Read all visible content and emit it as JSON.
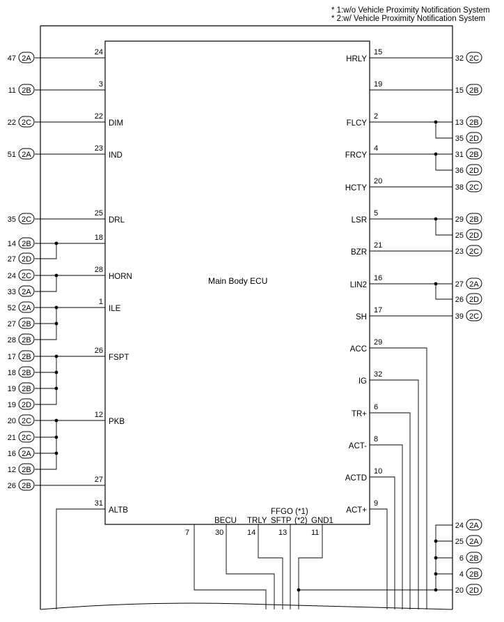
{
  "notes": [
    "* 1:w/o Vehicle Proximity Notification System",
    "* 2:w/ Vehicle Proximity Notification System"
  ],
  "ecu_name": "Main Body ECU",
  "left_pins": [
    {
      "pin": "24",
      "signal": "",
      "outer": [
        {
          "pin": "47",
          "conn": "2A"
        }
      ]
    },
    {
      "pin": "3",
      "signal": "",
      "outer": [
        {
          "pin": "11",
          "conn": "2B"
        }
      ]
    },
    {
      "pin": "22",
      "signal": "DIM",
      "outer": [
        {
          "pin": "22",
          "conn": "2C"
        }
      ]
    },
    {
      "pin": "23",
      "signal": "IND",
      "outer": [
        {
          "pin": "51",
          "conn": "2A"
        }
      ]
    },
    {
      "pin": "25",
      "signal": "DRL",
      "outer": [
        {
          "pin": "35",
          "conn": "2C"
        }
      ]
    },
    {
      "pin": "18",
      "signal": "",
      "outer": [
        {
          "pin": "14",
          "conn": "2B"
        },
        {
          "pin": "27",
          "conn": "2D"
        }
      ]
    },
    {
      "pin": "28",
      "signal": "HORN",
      "outer": [
        {
          "pin": "24",
          "conn": "2C"
        },
        {
          "pin": "33",
          "conn": "2A"
        }
      ]
    },
    {
      "pin": "1",
      "signal": "ILE",
      "outer": [
        {
          "pin": "52",
          "conn": "2A"
        },
        {
          "pin": "27",
          "conn": "2B"
        },
        {
          "pin": "28",
          "conn": "2B"
        }
      ]
    },
    {
      "pin": "26",
      "signal": "FSPT",
      "outer": [
        {
          "pin": "17",
          "conn": "2B"
        },
        {
          "pin": "18",
          "conn": "2B"
        },
        {
          "pin": "19",
          "conn": "2B"
        },
        {
          "pin": "19",
          "conn": "2D"
        }
      ]
    },
    {
      "pin": "12",
      "signal": "PKB",
      "outer": [
        {
          "pin": "20",
          "conn": "2C"
        },
        {
          "pin": "21",
          "conn": "2C"
        },
        {
          "pin": "16",
          "conn": "2A"
        },
        {
          "pin": "12",
          "conn": "2B"
        }
      ]
    },
    {
      "pin": "27",
      "signal": "",
      "outer": [
        {
          "pin": "26",
          "conn": "2B"
        }
      ]
    },
    {
      "pin": "31",
      "signal": "ALTB",
      "outer": []
    }
  ],
  "right_pins": [
    {
      "pin": "15",
      "signal": "HRLY",
      "outer": [
        {
          "pin": "32",
          "conn": "2C"
        }
      ]
    },
    {
      "pin": "19",
      "signal": "",
      "outer": [
        {
          "pin": "15",
          "conn": "2B"
        }
      ]
    },
    {
      "pin": "2",
      "signal": "FLCY",
      "outer": [
        {
          "pin": "13",
          "conn": "2B"
        },
        {
          "pin": "35",
          "conn": "2D"
        }
      ]
    },
    {
      "pin": "4",
      "signal": "FRCY",
      "outer": [
        {
          "pin": "31",
          "conn": "2B"
        },
        {
          "pin": "36",
          "conn": "2D"
        }
      ]
    },
    {
      "pin": "20",
      "signal": "HCTY",
      "outer": [
        {
          "pin": "38",
          "conn": "2C"
        }
      ]
    },
    {
      "pin": "5",
      "signal": "LSR",
      "outer": [
        {
          "pin": "29",
          "conn": "2B"
        },
        {
          "pin": "25",
          "conn": "2D"
        }
      ]
    },
    {
      "pin": "21",
      "signal": "BZR",
      "outer": [
        {
          "pin": "23",
          "conn": "2C"
        }
      ]
    },
    {
      "pin": "16",
      "signal": "LIN2",
      "outer": [
        {
          "pin": "27",
          "conn": "2A"
        },
        {
          "pin": "26",
          "conn": "2D"
        }
      ]
    },
    {
      "pin": "17",
      "signal": "SH",
      "outer": [
        {
          "pin": "39",
          "conn": "2C"
        }
      ]
    },
    {
      "pin": "29",
      "signal": "ACC",
      "outer": []
    },
    {
      "pin": "32",
      "signal": "IG",
      "outer": []
    },
    {
      "pin": "6",
      "signal": "TR+",
      "outer": []
    },
    {
      "pin": "8",
      "signal": "ACT-",
      "outer": []
    },
    {
      "pin": "10",
      "signal": "ACTD",
      "outer": []
    },
    {
      "pin": "9",
      "signal": "ACT+",
      "outer": []
    }
  ],
  "bottom_pins": [
    {
      "pin": "7",
      "signal": ""
    },
    {
      "pin": "30",
      "signal": "BECU"
    },
    {
      "pin": "14",
      "signal": "TRLY"
    },
    {
      "pin": "13",
      "signal": "SFTP"
    },
    {
      "pin": "11",
      "signal": "GND1"
    }
  ],
  "bottom_extra_label": "FFGO (*1)",
  "bottom_extra_label2": "(*2)",
  "ground_group": [
    {
      "pin": "24",
      "conn": "2A"
    },
    {
      "pin": "25",
      "conn": "2A"
    },
    {
      "pin": "6",
      "conn": "2B"
    },
    {
      "pin": "4",
      "conn": "2B"
    },
    {
      "pin": "20",
      "conn": "2D"
    }
  ]
}
